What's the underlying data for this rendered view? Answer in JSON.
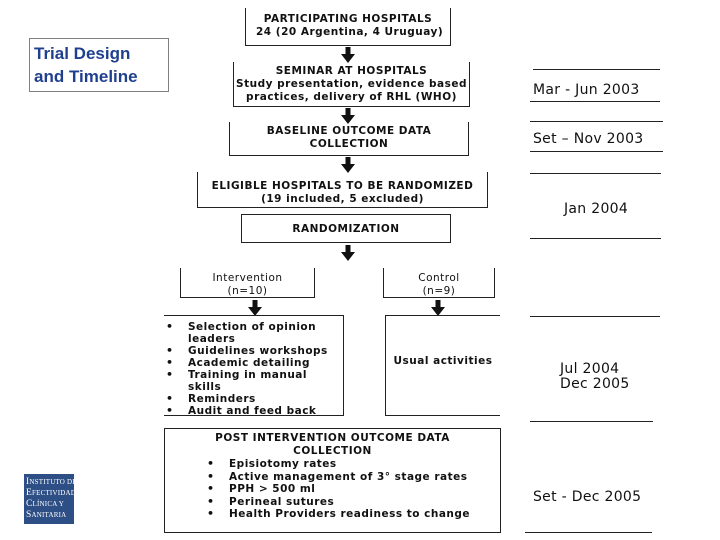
{
  "slide": {
    "title_line1": "Trial Design",
    "title_line2": "and Timeline"
  },
  "flow": {
    "participating": {
      "line1": "PARTICIPATING HOSPITALS",
      "line2": "24 (20 Argentina, 4 Uruguay)"
    },
    "seminar": {
      "line1": "SEMINAR AT HOSPITALS",
      "line2": "Study presentation, evidence based",
      "line3": "practices, delivery of RHL (WHO)"
    },
    "baseline": {
      "line1": "BASELINE OUTCOME DATA",
      "line2": "COLLECTION"
    },
    "eligible": {
      "line1": "ELIGIBLE HOSPITALS TO BE RANDOMIZED",
      "line2": "(19 included, 5 excluded)"
    },
    "randomization": {
      "label": "RANDOMIZATION"
    },
    "intervention": {
      "label": "Intervention",
      "n": "(n=10)"
    },
    "control": {
      "label": "Control",
      "n": "(n=9)"
    },
    "intervention_items": [
      "Selection of opinion",
      "leaders",
      "Guidelines workshops",
      "Academic detailing",
      "Training in manual skills",
      "Reminders",
      "Audit and feed back"
    ],
    "usual": {
      "label": "Usual activities"
    },
    "post": {
      "line1": "POST INTERVENTION OUTCOME DATA",
      "line2": "COLLECTION",
      "items": [
        "Episiotomy rates",
        "Active management of 3° stage rates",
        "PPH > 500 ml",
        "Perineal sutures",
        "Health Providers readiness to change"
      ]
    }
  },
  "timeline": {
    "mar_jun": "Mar - Jun 2003",
    "set_nov": "Set – Nov 2003",
    "jan": "Jan 2004",
    "jul": "Jul 2004",
    "dec": "Dec 2005",
    "set_dec": "Set - Dec 2005"
  },
  "logo": {
    "line1_cap": "I",
    "line1_rest": "NSTITUTO DE",
    "line2_cap": "E",
    "line2_rest": "FECTIVIDAD",
    "line3_cap": "C",
    "line3_rest": "LÍNICA Y",
    "line4_cap": "S",
    "line4_rest": "ANITARIA"
  }
}
